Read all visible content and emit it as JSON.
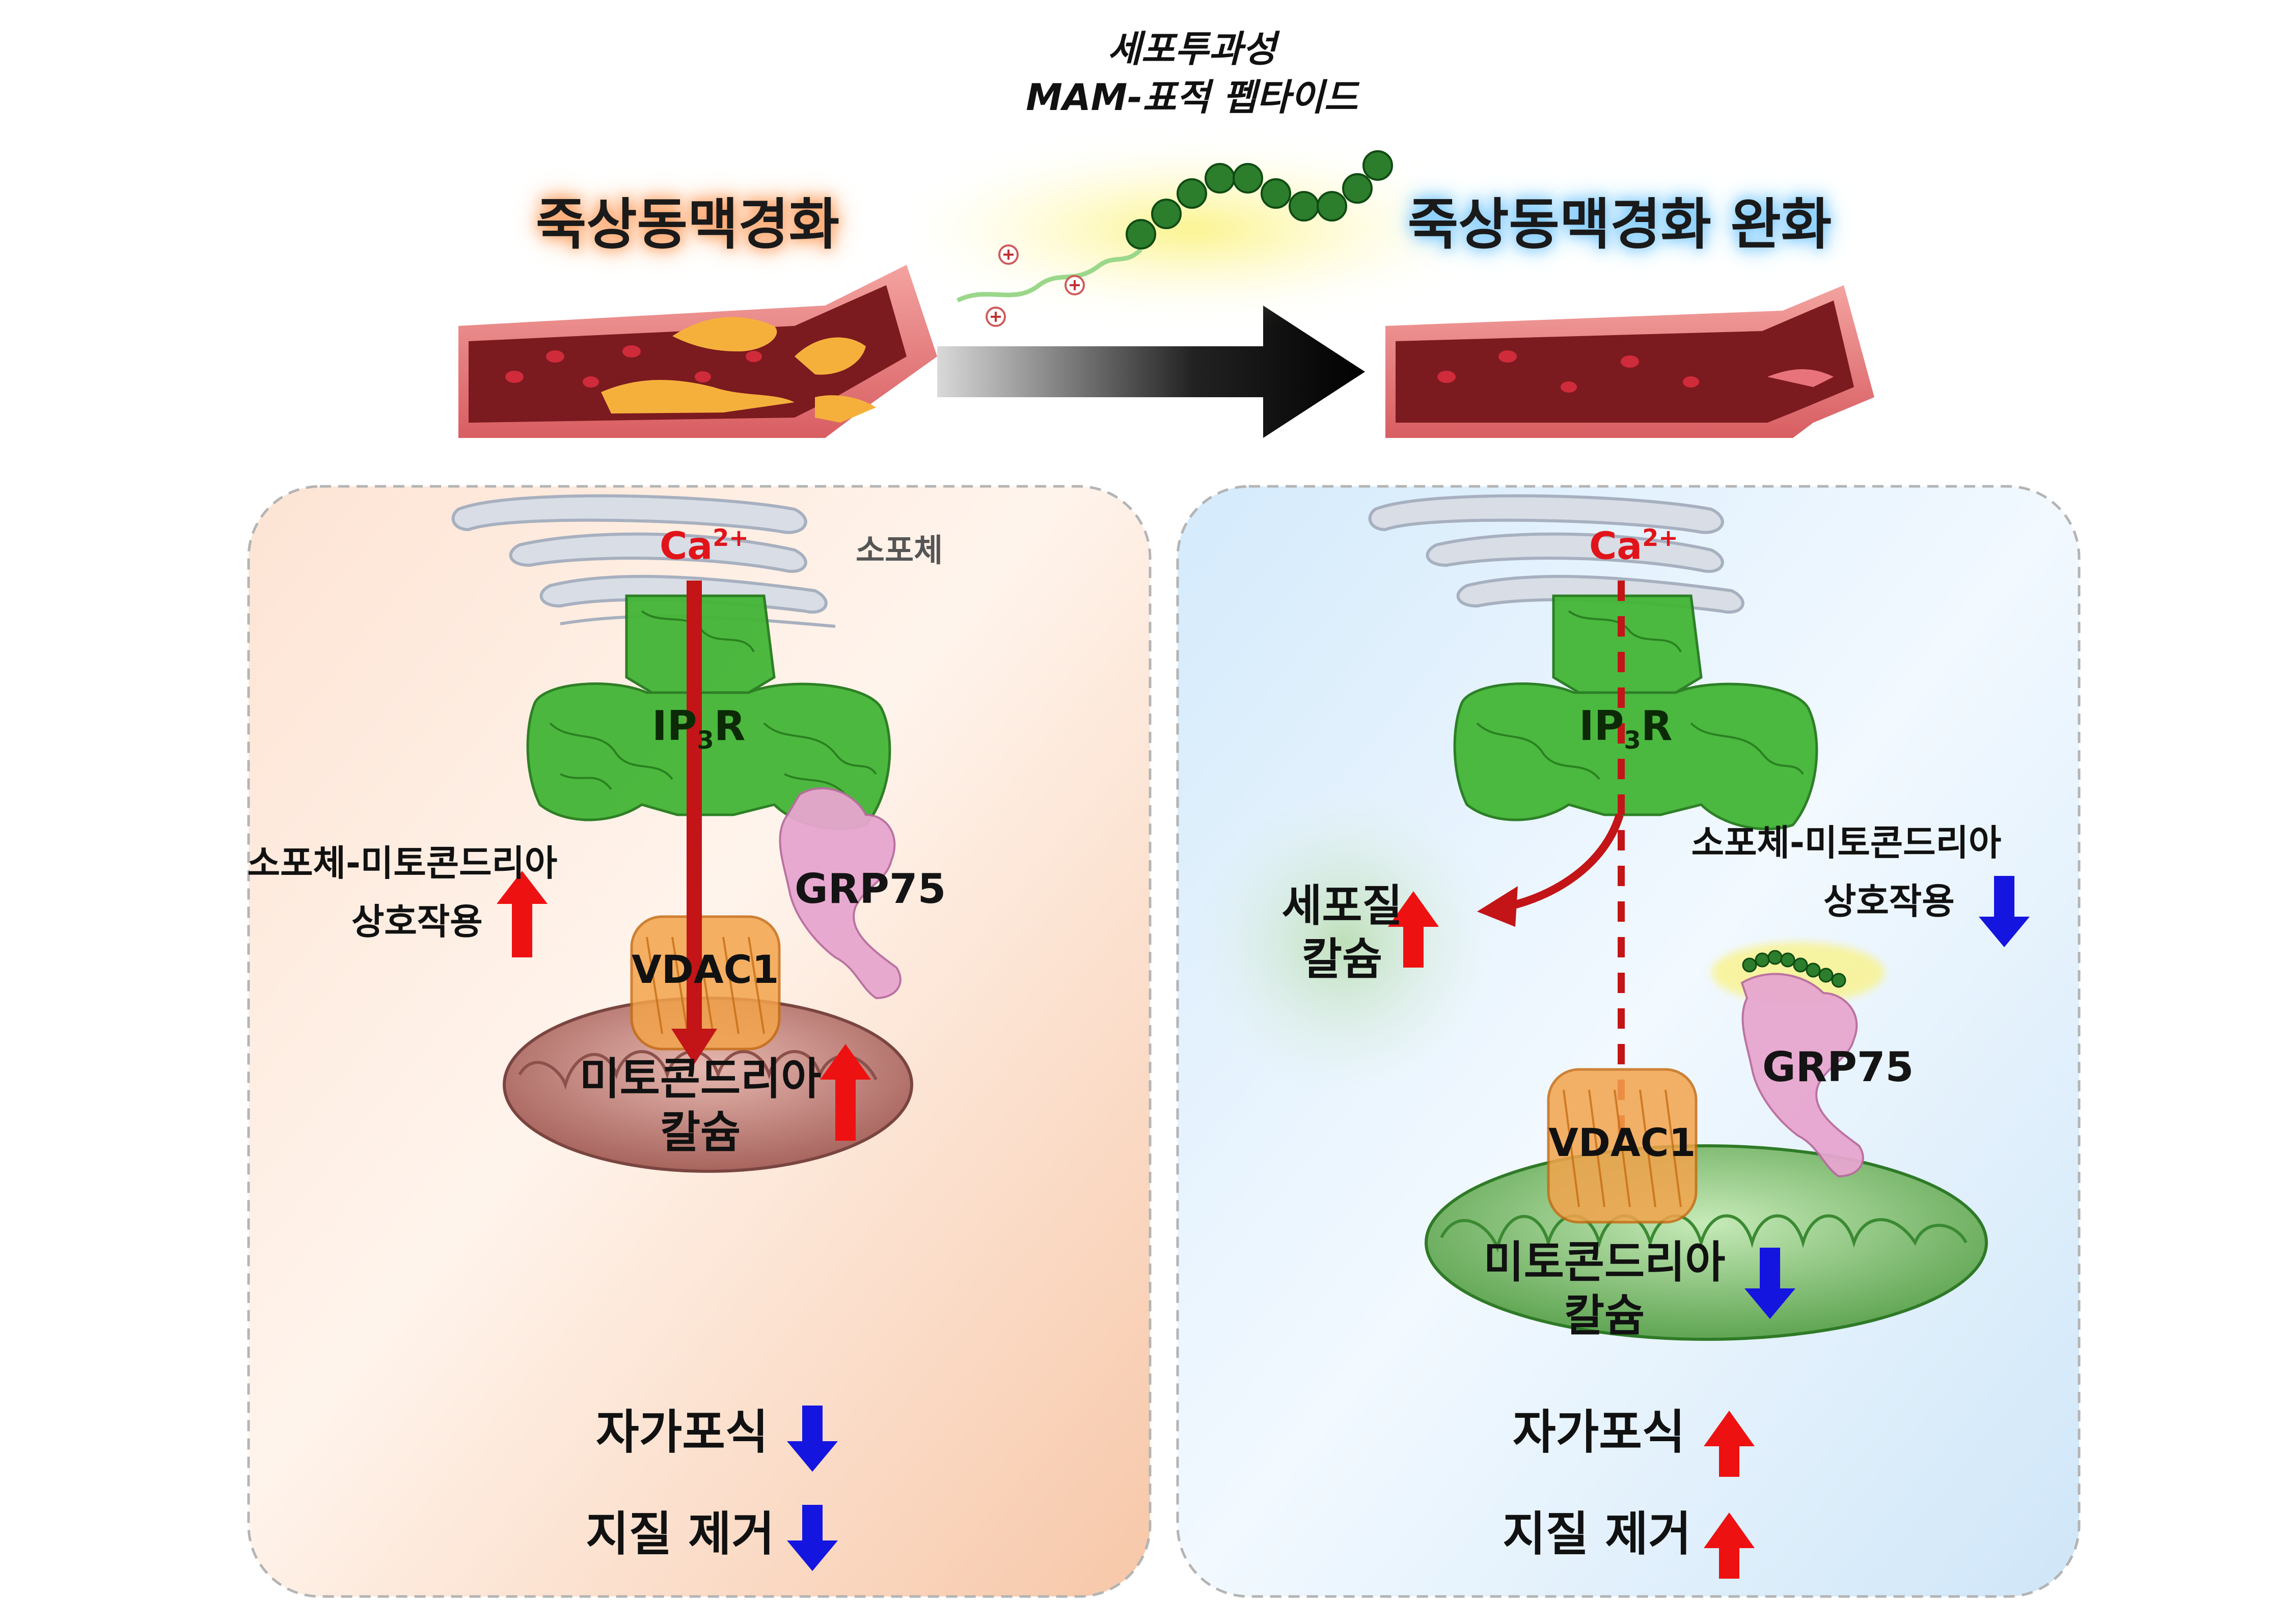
{
  "peptide_label": {
    "line1": "세포투과성",
    "line2": "MAM-표적 펩타이드"
  },
  "left": {
    "title": "죽상동맥경화",
    "ca": "Ca",
    "ca_charge": "2+",
    "er_label": "소포체",
    "ip3r_prefix": "IP",
    "ip3r_sub": "3",
    "ip3r_suffix": "R",
    "grp75": "GRP75",
    "vdac1": "VDAC1",
    "interaction_line1": "소포체-미토콘드리아",
    "interaction_line2": "상호작용",
    "mito_line1": "미토콘드리아",
    "mito_line2": "칼슘",
    "autophagy": "자가포식",
    "lipid_removal": "지질 제거"
  },
  "right": {
    "title": "죽상동맥경화 완화",
    "ca": "Ca",
    "ca_charge": "2+",
    "ip3r_prefix": "IP",
    "ip3r_sub": "3",
    "ip3r_suffix": "R",
    "grp75": "GRP75",
    "vdac1": "VDAC1",
    "interaction_line1": "소포체-미토콘드리아",
    "interaction_line2": "상호작용",
    "cyto_line1": "세포질",
    "cyto_line2": "칼슘",
    "mito_line1": "미토콘드리아",
    "mito_line2": "칼슘",
    "autophagy": "자가포식",
    "lipid_removal": "지질 제거"
  },
  "colors": {
    "up_arrow": "#ee1111",
    "down_arrow": "#1515e0",
    "left_panel": "#fbd9c4",
    "right_panel": "#dbeefb",
    "ip3r": "#3aaa2e",
    "grp75": "#e6a0cc",
    "vdac1": "#f2a54a",
    "mito_left": "#c98f88",
    "mito_right": "#86c777",
    "vessel": "#7a1a1e",
    "plaque": "#f6b13a"
  },
  "icons": [
    "blood-vessel-plaque",
    "blood-vessel-healthy",
    "peptide-chain",
    "er-membrane",
    "ip3r-protein",
    "grp75-protein",
    "vdac1-channel",
    "mitochondrion",
    "up-arrow",
    "down-arrow"
  ]
}
